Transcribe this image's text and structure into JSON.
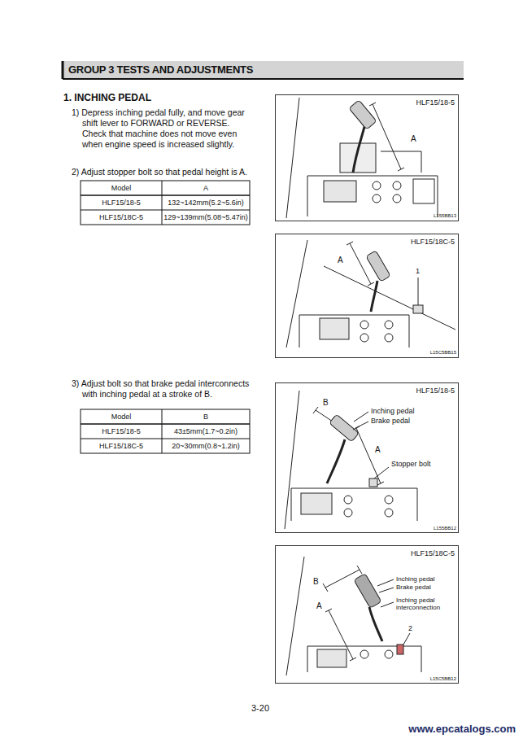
{
  "diagram": {
    "title": "GROUP 3 TESTS AND ADJUSTMENTS",
    "nodes": [
      {
        "text": [
          "HLF15/18-5",
          "A",
          "L155BB13"
        ]
      },
      {
        "text": [
          "HLF15/18C-5",
          "A",
          "1",
          "L15C5BB15"
        ]
      },
      {
        "text": [
          "HLF15/18-5",
          "B",
          "Inching pedal",
          "Brake pedal",
          "A",
          "Stopper bolt",
          "L155BB12"
        ]
      },
      {
        "text": [
          "HLF15/18C-5",
          "B",
          "Inching pedal",
          "Brake pedal",
          "A",
          "Inching pedal interconnection",
          "2",
          "L15C5BB12"
        ]
      }
    ],
    "labels": [
      "1. INCHING PEDAL",
      "1) Depress inching pedal fully, and move gear shift lever to FORWARD or REVERSE. Check that machine does not move even when engine speed is increased slightly.",
      "2) Adjust stopper bolt so that pedal height is A.",
      "Model",
      "A",
      "HLF15/18-5",
      "132~142mm(5.2~5.6in)",
      "HLF15/18C-5",
      "129~139mm(5.08~5.47in)",
      "3) Adjust bolt so that brake pedal interconnects with inching pedal at a stroke of B.",
      "Model",
      "B",
      "HLF15/18-5",
      "43±5mm(1.7~0.2in)",
      "HLF15/18C-5",
      "20~30mm(0.8~1.2in)",
      "3-20",
      "www.epcatalogs.com"
    ]
  }
}
